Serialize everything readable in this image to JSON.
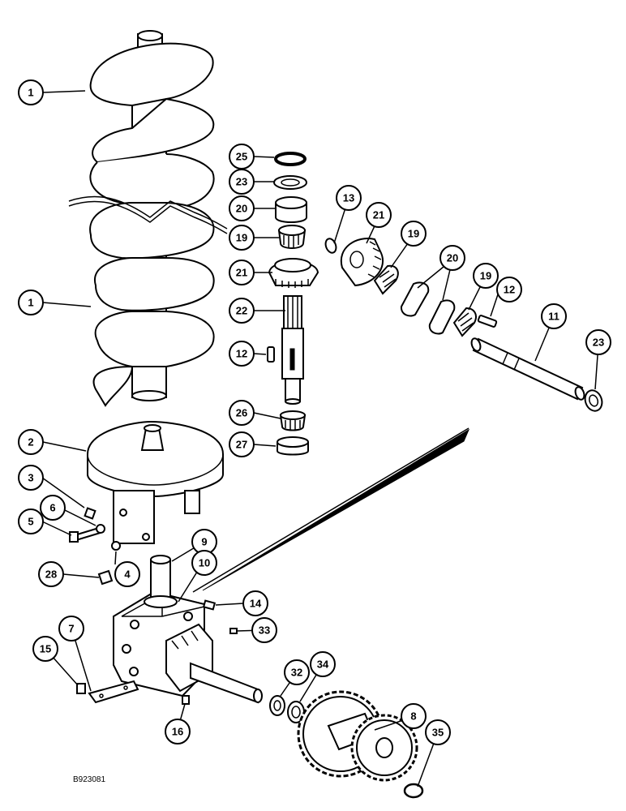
{
  "drawing": {
    "code": "B923081"
  },
  "colors": {
    "ink": "#000000",
    "paper": "#ffffff"
  },
  "callouts": [
    {
      "id": "c1a",
      "label": "1"
    },
    {
      "id": "c1b",
      "label": "1"
    },
    {
      "id": "c2",
      "label": "2"
    },
    {
      "id": "c3",
      "label": "3"
    },
    {
      "id": "c4",
      "label": "4"
    },
    {
      "id": "c5",
      "label": "5"
    },
    {
      "id": "c6",
      "label": "6"
    },
    {
      "id": "c7",
      "label": "7"
    },
    {
      "id": "c8",
      "label": "8"
    },
    {
      "id": "c9",
      "label": "9"
    },
    {
      "id": "c10",
      "label": "10"
    },
    {
      "id": "c11",
      "label": "11"
    },
    {
      "id": "c12a",
      "label": "12"
    },
    {
      "id": "c12b",
      "label": "12"
    },
    {
      "id": "c13",
      "label": "13"
    },
    {
      "id": "c14",
      "label": "14"
    },
    {
      "id": "c15",
      "label": "15"
    },
    {
      "id": "c16",
      "label": "16"
    },
    {
      "id": "c19a",
      "label": "19"
    },
    {
      "id": "c19b",
      "label": "19"
    },
    {
      "id": "c19c",
      "label": "19"
    },
    {
      "id": "c20a",
      "label": "20"
    },
    {
      "id": "c20b",
      "label": "20"
    },
    {
      "id": "c21a",
      "label": "21"
    },
    {
      "id": "c21b",
      "label": "21"
    },
    {
      "id": "c22",
      "label": "22"
    },
    {
      "id": "c23a",
      "label": "23"
    },
    {
      "id": "c23b",
      "label": "23"
    },
    {
      "id": "c25",
      "label": "25"
    },
    {
      "id": "c26",
      "label": "26"
    },
    {
      "id": "c27",
      "label": "27"
    },
    {
      "id": "c28",
      "label": "28"
    },
    {
      "id": "c32",
      "label": "32"
    },
    {
      "id": "c33",
      "label": "33"
    },
    {
      "id": "c34",
      "label": "34"
    },
    {
      "id": "c35",
      "label": "35"
    }
  ]
}
